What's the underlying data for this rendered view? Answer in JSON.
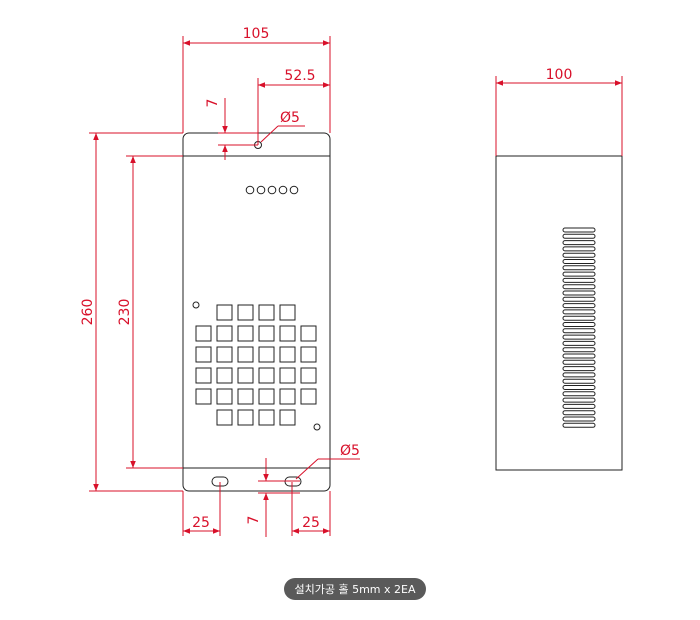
{
  "dimensions": {
    "overall_width": "105",
    "half_width": "52.5",
    "top_hole_offset": "7",
    "top_hole_diameter": "Ø5",
    "overall_height": "260",
    "hole_spacing": "230",
    "bottom_hole_diameter": "Ø5",
    "bottom_left_offset": "25",
    "bottom_hole_offset": "7",
    "bottom_right_offset": "25",
    "side_depth": "100"
  },
  "caption": "설치가공 홀 5mm x 2EA",
  "colors": {
    "dimension": "#d8102a",
    "outline": "#222222",
    "badge": "#5a5a5a"
  }
}
